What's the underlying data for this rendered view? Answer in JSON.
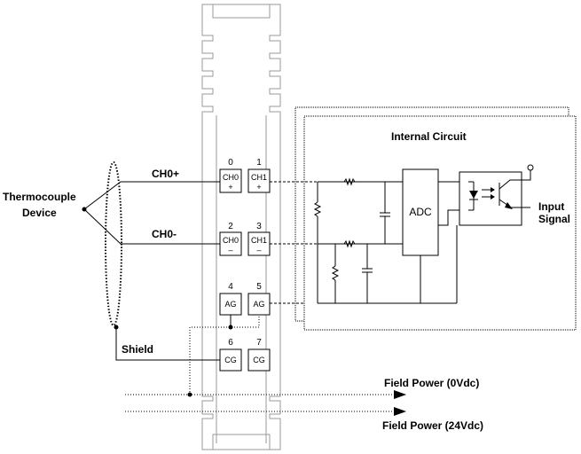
{
  "labels": {
    "device_line1": "Thermocouple",
    "device_line2": "Device",
    "ch0_plus": "CH0+",
    "ch0_minus": "CH0-",
    "shield": "Shield",
    "internal_circuit": "Internal Circuit",
    "adc": "ADC",
    "input_signal_line1": "Input",
    "input_signal_line2": "Signal",
    "field_power_0v": "Field Power (0Vdc)",
    "field_power_24v": "Field Power (24Vdc)"
  },
  "terminals": [
    {
      "num": "0",
      "line1": "CH0",
      "line2": "+"
    },
    {
      "num": "1",
      "line1": "CH1",
      "line2": "+"
    },
    {
      "num": "2",
      "line1": "CH0",
      "line2": "–"
    },
    {
      "num": "3",
      "line1": "CH1",
      "line2": "–"
    },
    {
      "num": "4",
      "line1": "AG",
      "line2": ""
    },
    {
      "num": "5",
      "line1": "AG",
      "line2": ""
    },
    {
      "num": "6",
      "line1": "CG",
      "line2": ""
    },
    {
      "num": "7",
      "line1": "CG",
      "line2": ""
    }
  ]
}
